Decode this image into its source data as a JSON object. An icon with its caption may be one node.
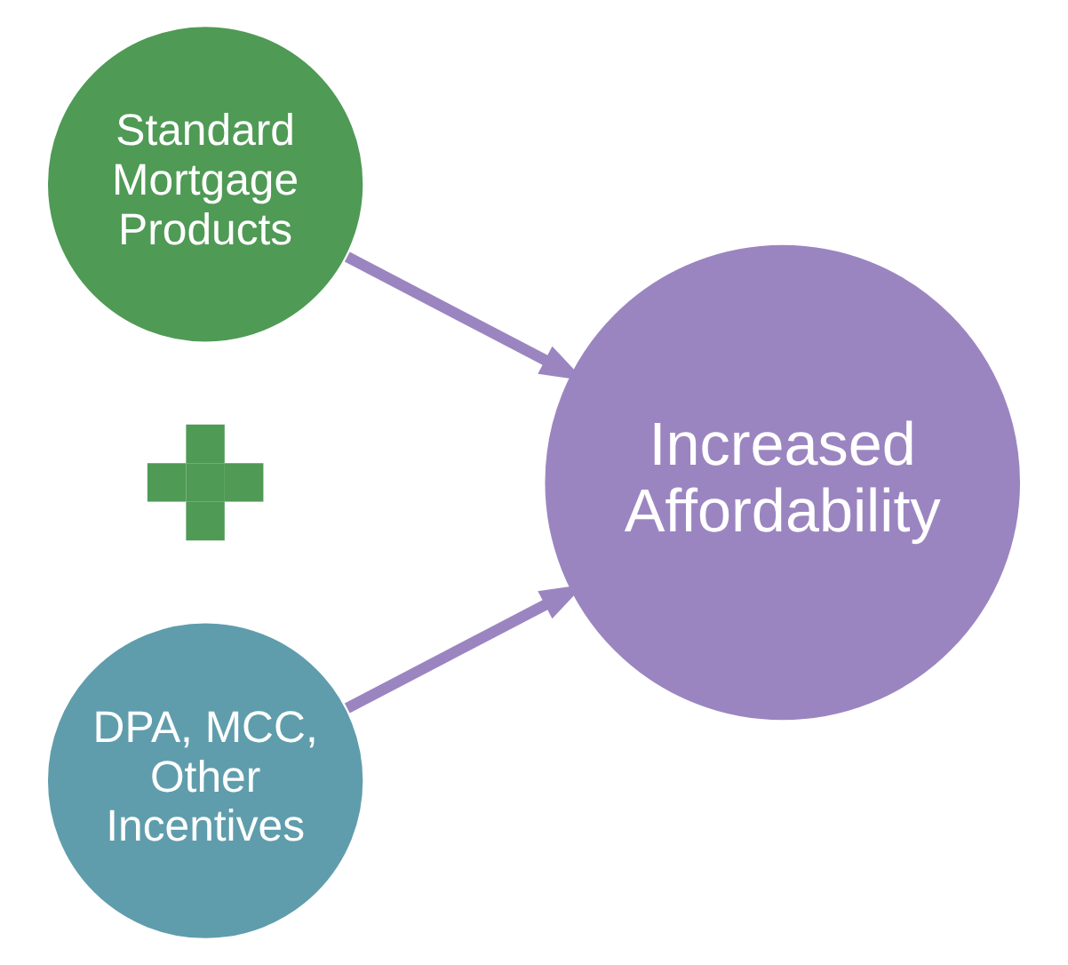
{
  "diagram": {
    "nodes": [
      {
        "text": [
          "Standard Mortgage Products"
        ]
      },
      {
        "text": [],
        "shape": "plus"
      },
      {
        "text": [
          "DPA, MCC, Other Incentives"
        ]
      },
      {
        "text": [
          "Increased Affordability"
        ]
      }
    ],
    "edges": [
      {
        "from": 0,
        "to": 3,
        "arrow": "to"
      },
      {
        "from": 2,
        "to": 3,
        "arrow": "to"
      }
    ]
  }
}
